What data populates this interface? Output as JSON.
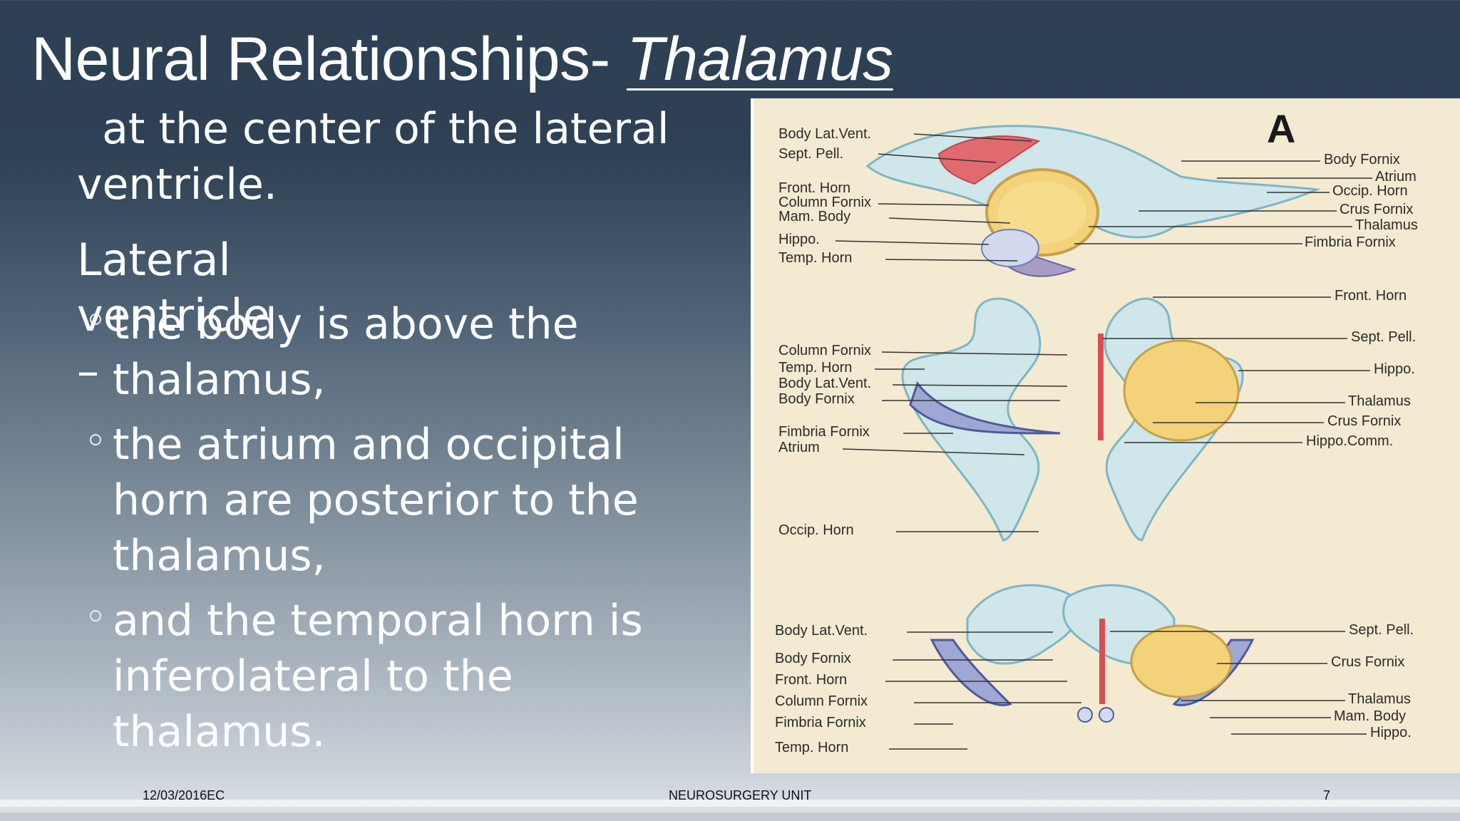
{
  "slide": {
    "title_plain": "Neural Relationships- ",
    "title_emph": "Thalamus",
    "continuation_line1": " at the center of the lateral",
    "continuation_line2": "ventricle.",
    "subheading": "Lateral ventricle –",
    "bullets": [
      "the body is above the thalamus,",
      "the atrium and occipital horn are posterior to the thalamus,",
      "and the temporal horn is inferolateral to the thalamus."
    ]
  },
  "figure": {
    "panel_letter": "A",
    "top_left_labels": [
      "Body Lat.Vent.",
      "Sept. Pell.",
      "Front. Horn",
      "Column Fornix",
      "Mam. Body",
      "Hippo.",
      "Temp. Horn"
    ],
    "top_right_labels": [
      "Body Fornix",
      "Atrium",
      "Occip. Horn",
      "Crus Fornix",
      "Thalamus",
      "Fimbria Fornix"
    ],
    "mid_left_labels": [
      "Column Fornix",
      "Temp. Horn",
      "Body Lat.Vent.",
      "Body Fornix",
      "Fimbria Fornix",
      "Atrium",
      "Occip. Horn"
    ],
    "mid_right_labels": [
      "Front. Horn",
      "Sept. Pell.",
      "Hippo.",
      "Thalamus",
      "Crus Fornix",
      "Hippo.Comm."
    ],
    "bot_left_labels": [
      "Body Lat.Vent.",
      "Body Fornix",
      "Front. Horn",
      "Column Fornix",
      "Fimbria Fornix",
      "Temp. Horn"
    ],
    "bot_right_labels": [
      "Sept. Pell.",
      "Crus Fornix",
      "Thalamus",
      "Mam. Body",
      "Hippo."
    ]
  },
  "footer": {
    "date": "12/03/2016EC",
    "center": "NEUROSURGERY UNIT",
    "page": "7"
  }
}
